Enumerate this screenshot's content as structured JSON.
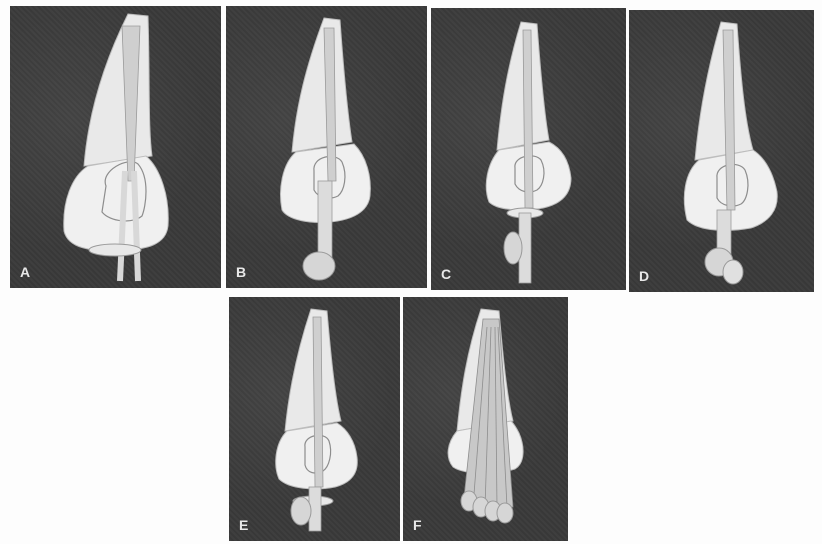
{
  "figure": {
    "panels": [
      {
        "id": "a",
        "label": "A"
      },
      {
        "id": "b",
        "label": "B"
      },
      {
        "id": "c",
        "label": "C"
      },
      {
        "id": "d",
        "label": "D"
      },
      {
        "id": "e",
        "label": "E"
      },
      {
        "id": "f",
        "label": "F"
      }
    ]
  }
}
